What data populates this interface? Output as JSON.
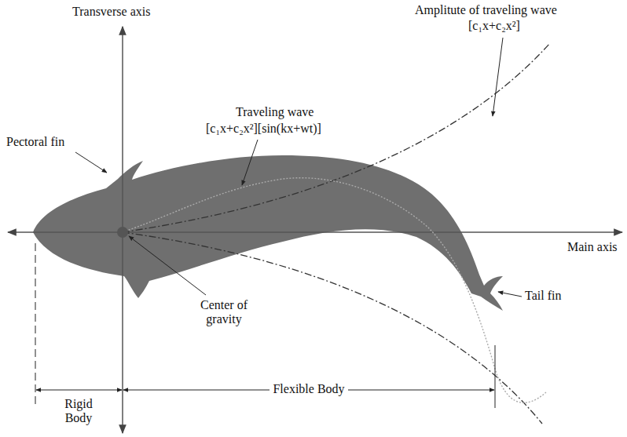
{
  "diagram": {
    "labels": [
      "Transverse axis",
      "Amplitute of traveling wave",
      "[c₁x+c₂x²]",
      "Traveling wave",
      "[c₁x+c₂x²][sin(kx+wt)]",
      "Pectoral fin",
      "Main axis",
      "Center of gravity",
      "Tail fin",
      "Rigid Body",
      "Flexible Body"
    ]
  }
}
